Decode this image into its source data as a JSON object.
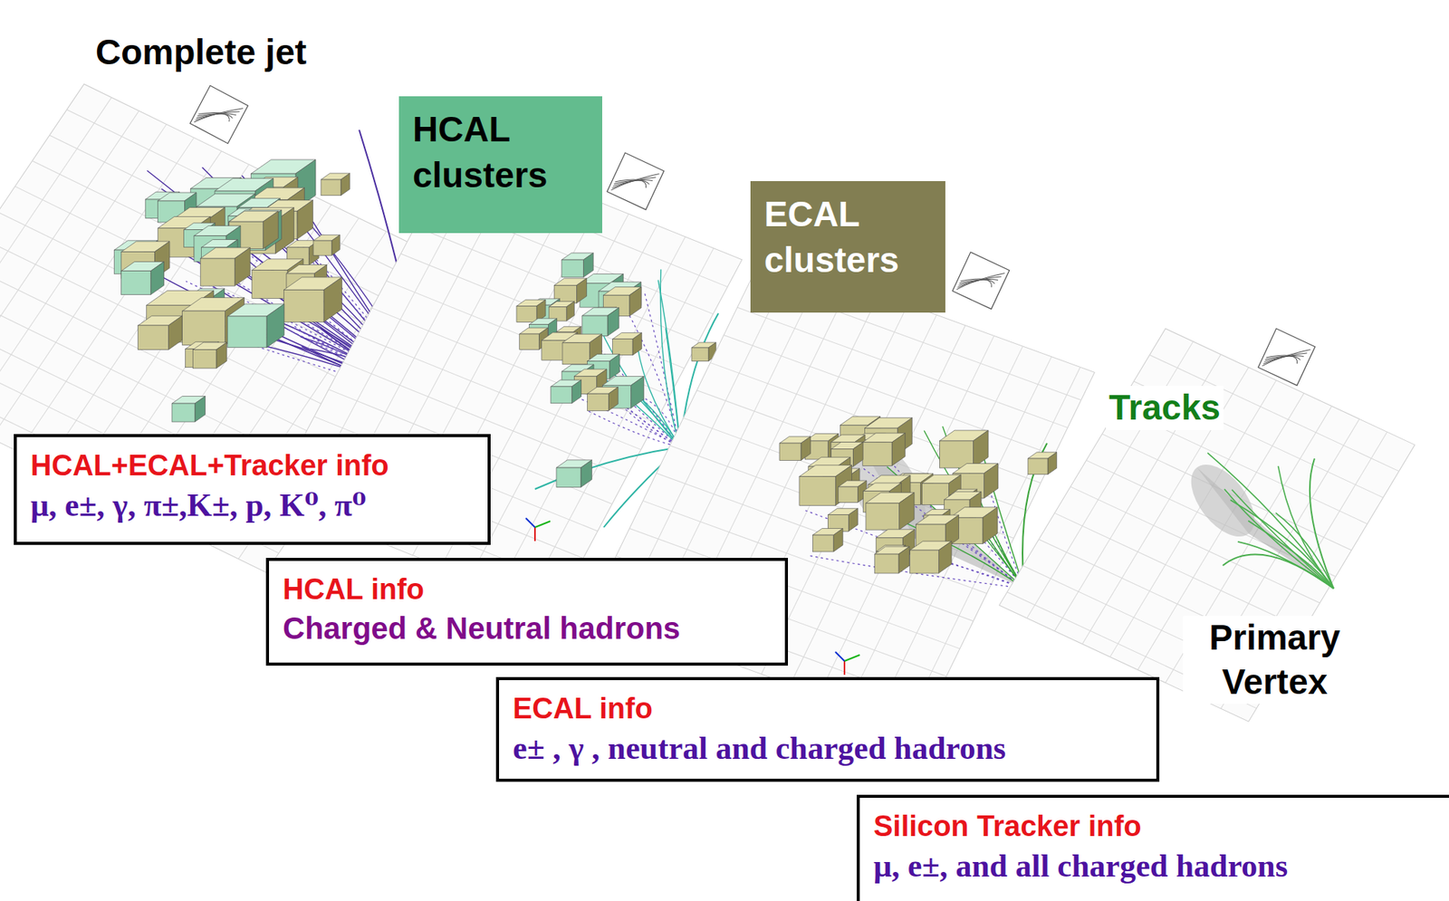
{
  "diagram": {
    "nodes": [
      {
        "text": [
          "HCAL+ECAL+Tracker info",
          "μ, e±, γ, π±,K±, p, K⁰, π⁰"
        ]
      },
      {
        "text": [
          "HCAL clusters"
        ]
      },
      {
        "text": [
          "HCAL info",
          "Charged & Neutral hadrons"
        ]
      },
      {
        "text": [
          "ECAL clusters"
        ]
      },
      {
        "text": [
          "ECAL info",
          "e± , γ , neutral and charged hadrons"
        ]
      },
      {
        "text": [
          "Silicon Tracker info",
          "μ, e±, and all charged hadrons"
        ]
      }
    ],
    "labels": [
      "Complete jet",
      "Tracks",
      "Primary Vertex"
    ]
  }
}
